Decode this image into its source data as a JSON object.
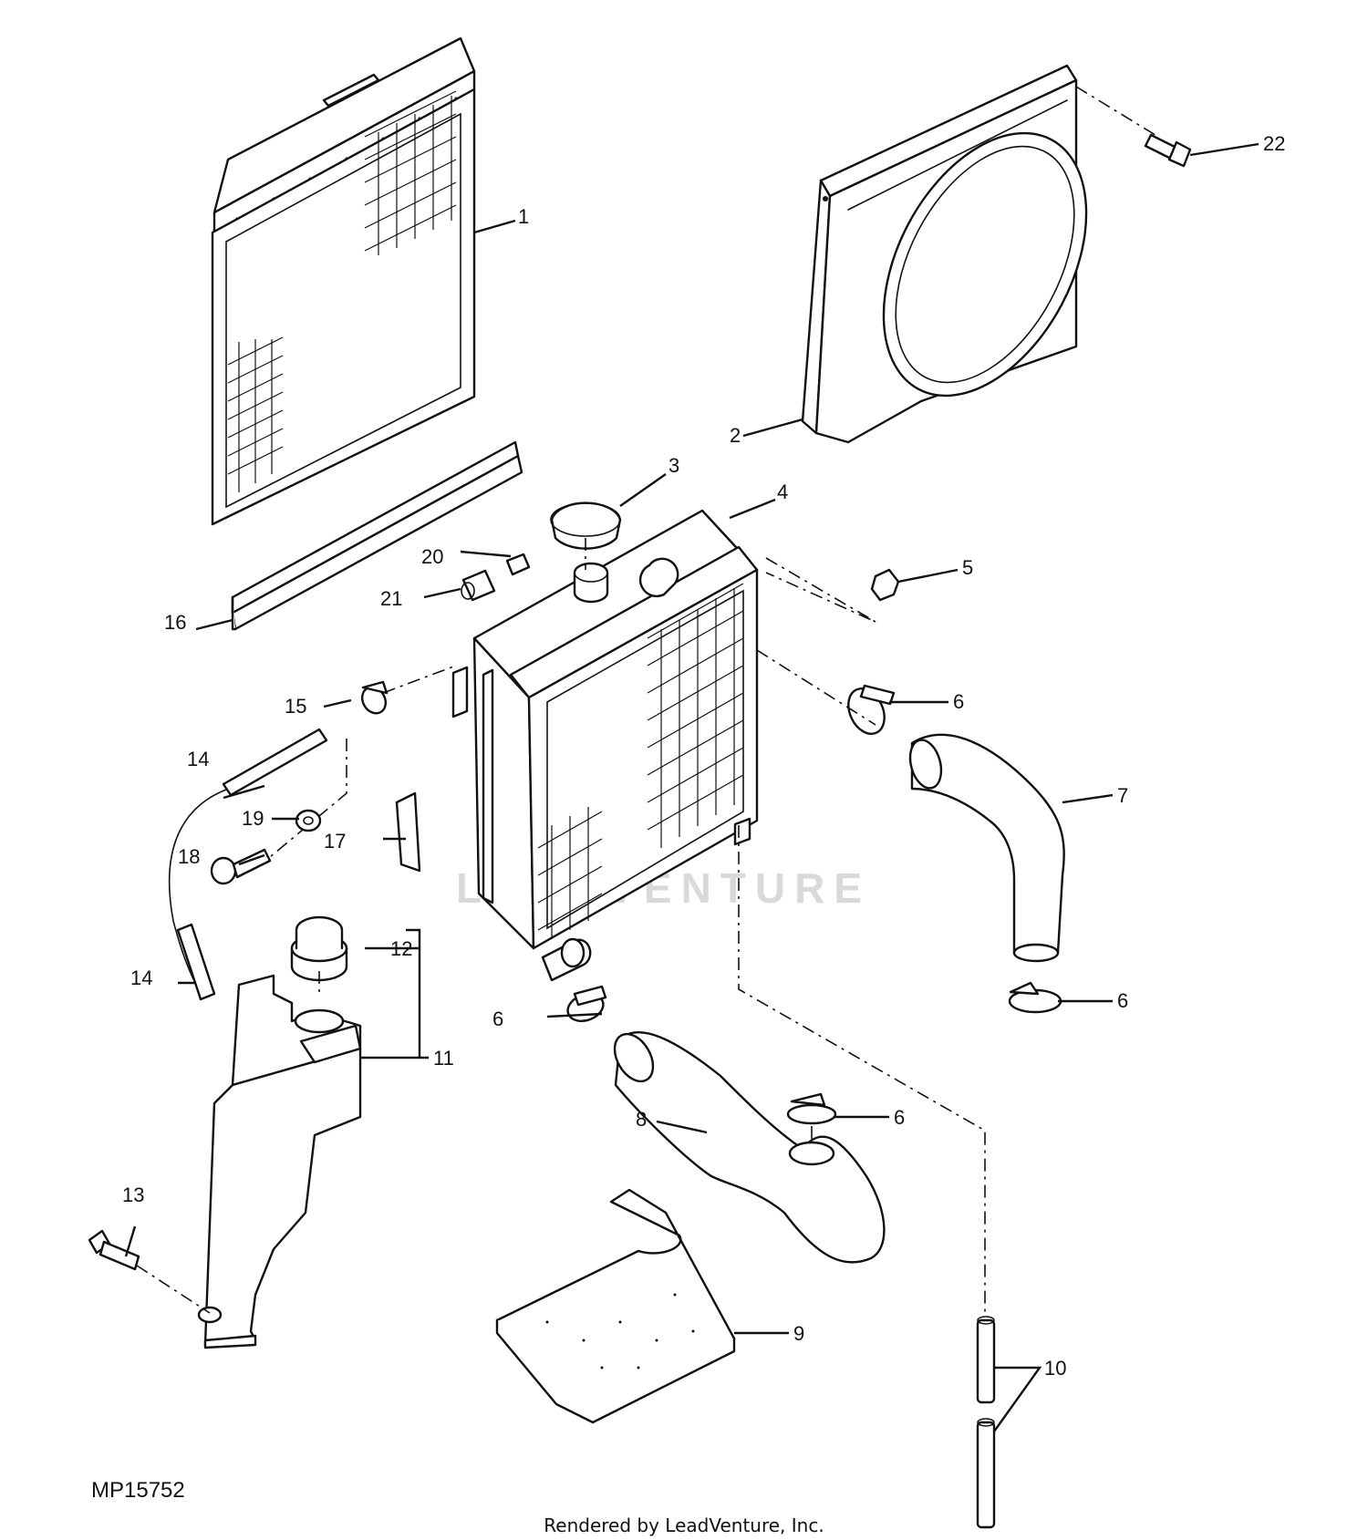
{
  "drawing_number": "MP15752",
  "footer": "Rendered by LeadVenture, Inc.",
  "watermark": "LEADVENTURE",
  "callouts": {
    "c1": "1",
    "c2": "2",
    "c3": "3",
    "c4": "4",
    "c5": "5",
    "c6a": "6",
    "c6b": "6",
    "c6c": "6",
    "c6d": "6",
    "c7": "7",
    "c8": "8",
    "c9": "9",
    "c10": "10",
    "c11": "11",
    "c12": "12",
    "c13": "13",
    "c14a": "14",
    "c14b": "14",
    "c15": "15",
    "c16": "16",
    "c17": "17",
    "c18": "18",
    "c19": "19",
    "c20": "20",
    "c21": "21",
    "c22": "22"
  }
}
